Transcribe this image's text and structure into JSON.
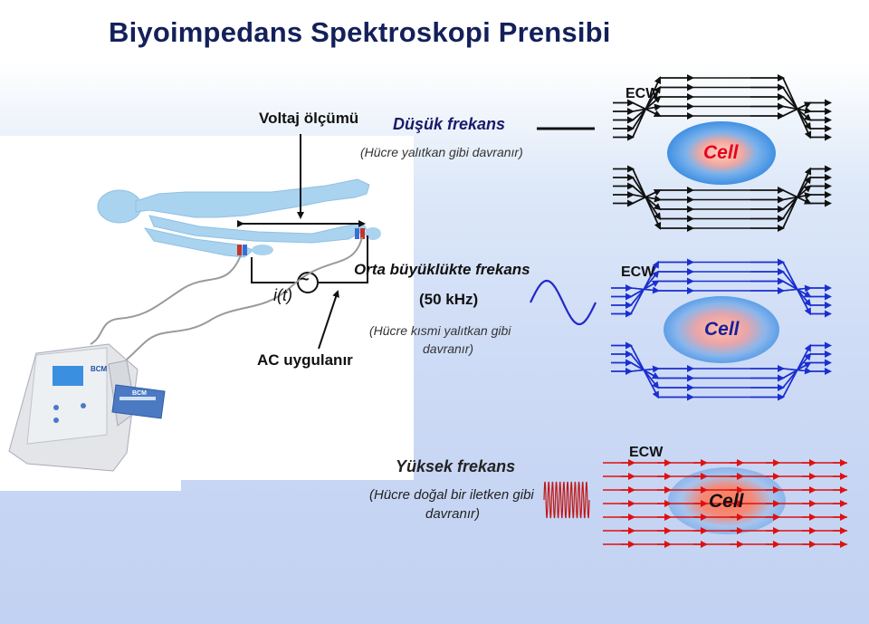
{
  "title": "Biyoimpedans Spektroskopi Prensibi",
  "labels": {
    "voltage": "Voltaj ölçümü",
    "current": "i(t)",
    "tilde": "~",
    "ac": "AC uygulanır"
  },
  "device": {
    "brand": "BCM",
    "card": "BCM"
  },
  "panels": [
    {
      "title": "Düşük frekans",
      "subtitle": "(Hücre yalıtkan gibi davranır)",
      "ecw": "ECW",
      "cell": "Cell",
      "arrow_color": "#111111"
    },
    {
      "title": "Orta büyüklükte frekans",
      "freq": "(50 kHz)",
      "subtitle_1": "(Hücre kısmi yalıtkan gibi",
      "subtitle_2": "davranır)",
      "ecw": "ECW",
      "cell": "Cell",
      "arrow_color": "#1a2fd0"
    },
    {
      "title": "Yüksek frekans",
      "subtitle_1": "(Hücre doğal bir iletken gibi",
      "subtitle_2": "davranır)",
      "ecw": "ECW",
      "cell": "Cell",
      "arrow_color": "#e01010"
    }
  ]
}
